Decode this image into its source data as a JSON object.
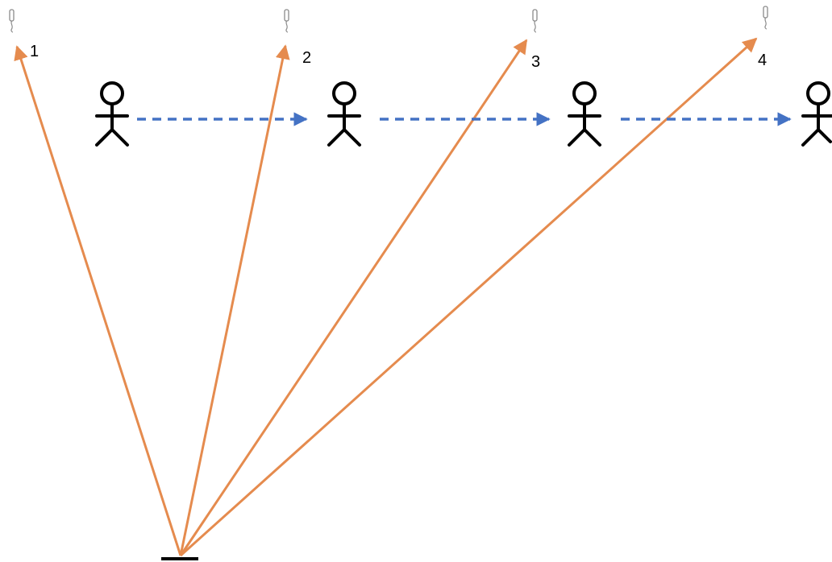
{
  "diagram": {
    "sensors": [
      {
        "label": "1",
        "icon": "sensor-tag-icon"
      },
      {
        "label": "2",
        "icon": "sensor-tag-icon"
      },
      {
        "label": "3",
        "icon": "sensor-tag-icon"
      },
      {
        "label": "4",
        "icon": "sensor-tag-icon"
      }
    ],
    "persons": [
      {
        "icon": "stick-figure-icon"
      },
      {
        "icon": "stick-figure-icon"
      },
      {
        "icon": "stick-figure-icon"
      },
      {
        "icon": "stick-figure-icon"
      }
    ],
    "source": {
      "icon": "source-base-icon"
    },
    "colors": {
      "beam": "#E58B4E",
      "movement": "#4472C4",
      "figure": "#000000",
      "sensor": "#8a8a8a"
    }
  }
}
